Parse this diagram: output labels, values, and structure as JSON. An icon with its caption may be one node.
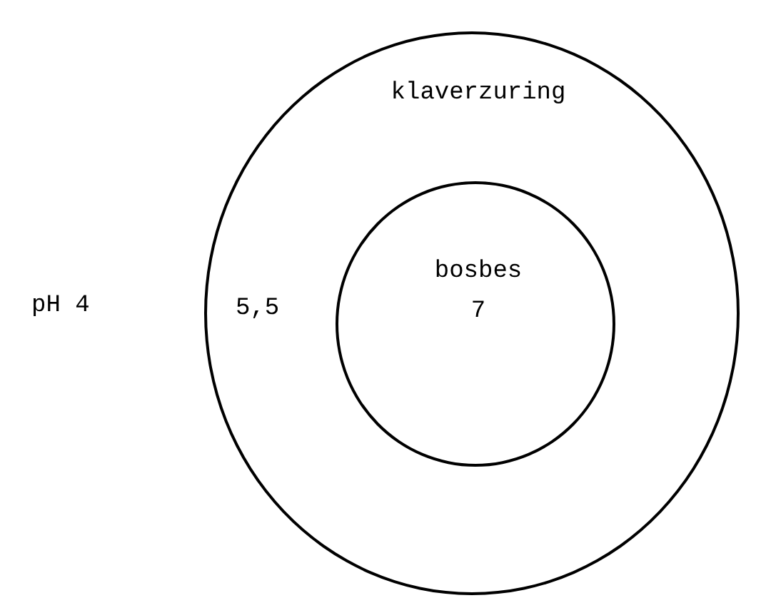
{
  "diagram": {
    "nodes": [
      {
        "text": [
          "klaverzuring",
          "5,5"
        ]
      },
      {
        "text": [
          "bosbes",
          "7"
        ],
        "in": 0
      }
    ],
    "labels": [
      "pH 4"
    ]
  }
}
